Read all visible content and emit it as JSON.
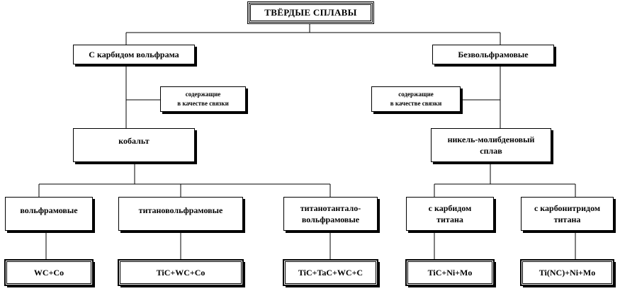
{
  "title": "ТВЁРДЫЕ СПЛАВЫ",
  "branches": {
    "tungsten": {
      "label": "С карбидом вольфрама",
      "binder_note": "содержащие\nв качестве связки",
      "binder": "кобальт",
      "groups": [
        {
          "label": "вольфрамовые",
          "composition": "WC+Co"
        },
        {
          "label": "титановольфрамовые",
          "composition": "TiC+WC+Co"
        },
        {
          "label": "титанотантало-\nвольфрамовые",
          "composition": "TiC+TaC+WC+C"
        }
      ]
    },
    "tungsten_free": {
      "label": "Безвольфрамовые",
      "binder_note": "содержащие\nв качестве связки",
      "binder": "никель-молибденовый\nсплав",
      "groups": [
        {
          "label": "с карбидом\nтитана",
          "composition": "TiC+Ni+Mo"
        },
        {
          "label": "с карбонитридом\nтитана",
          "composition": "Ti(NC)+Ni+Mo"
        }
      ]
    }
  }
}
